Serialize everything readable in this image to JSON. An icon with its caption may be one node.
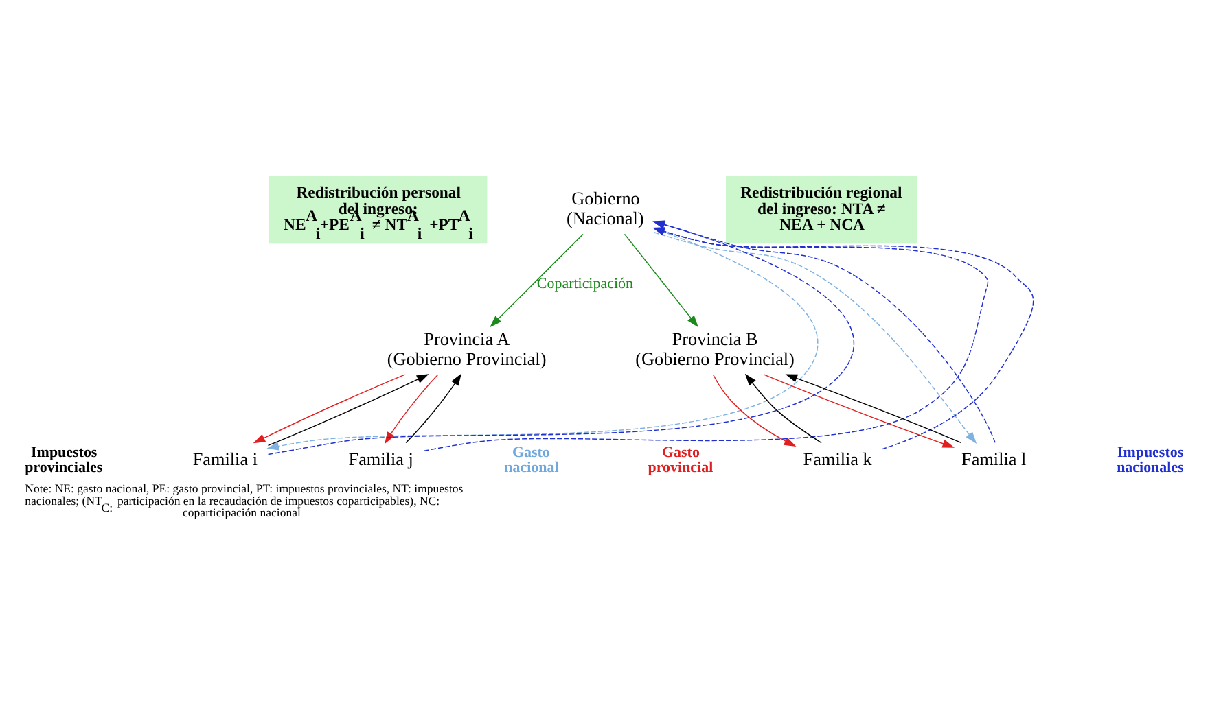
{
  "diagram": {
    "caption": "Note: NE: gasto nacional, PE: gasto provincial, PT: impuestos provinciales, NT: impuestos nacionales; (NT$_{C:}$ participación en la recaudación de impuestos coparticipables), NC: coparticipación nacional",
    "nodes": [
      {
        "text": [
          "Redistribución personal del ingreso:",
          "NE$^{A}$$_{i}$+PE$^{A}$$_{i}$ ≠ NT$^{A}$$_{i}$ +PT$^{A}$$_{i}$"
        ]
      },
      {
        "text": [
          "Gobierno",
          "(Nacional)"
        ]
      },
      {
        "text": [
          "Redistribución regional del ingreso: NTA ≠",
          "NEA + NCA"
        ]
      },
      {
        "text": [
          "Provincia A",
          "(Gobierno Provincial)"
        ]
      },
      {
        "text": [
          "Provincia B",
          "(Gobierno Provincial)"
        ]
      },
      {
        "text": [
          "Familia i"
        ]
      },
      {
        "text": [
          "Familia j"
        ]
      },
      {
        "text": [
          "Familia k"
        ]
      },
      {
        "text": [
          "Familia l"
        ]
      }
    ],
    "edges": [
      {
        "from": 1,
        "to": 3,
        "arrow": "to",
        "color": "#1a8a1a",
        "label": "Coparticipación"
      },
      {
        "from": 1,
        "to": 4,
        "arrow": "to",
        "color": "#1a8a1a"
      },
      {
        "from": 1,
        "to": 5,
        "arrow": "to",
        "style": "dashed",
        "color": "#7fb2e0"
      },
      {
        "from": 1,
        "to": 8,
        "arrow": "to",
        "style": "dashed",
        "color": "#7fb2e0"
      },
      {
        "from": 5,
        "to": 1,
        "arrow": "to",
        "style": "dashed",
        "color": "#1f2fd0"
      },
      {
        "from": 6,
        "to": 1,
        "arrow": "to",
        "style": "dashed",
        "color": "#1f2fd0"
      },
      {
        "from": 7,
        "to": 1,
        "arrow": "to",
        "style": "dashed",
        "color": "#1f2fd0"
      },
      {
        "from": 8,
        "to": 1,
        "arrow": "to",
        "style": "dashed",
        "color": "#1f2fd0"
      },
      {
        "from": 5,
        "to": 3,
        "arrow": "to",
        "color": "#000000"
      },
      {
        "from": 3,
        "to": 5,
        "arrow": "to",
        "color": "#e02020"
      },
      {
        "from": 3,
        "to": 6,
        "arrow": "to",
        "color": "#e02020"
      },
      {
        "from": 6,
        "to": 3,
        "arrow": "to",
        "color": "#000000"
      },
      {
        "from": 7,
        "to": 4,
        "arrow": "to",
        "color": "#000000"
      },
      {
        "from": 4,
        "to": 7,
        "arrow": "to",
        "color": "#e02020"
      },
      {
        "from": 4,
        "to": 8,
        "arrow": "to",
        "color": "#e02020"
      },
      {
        "from": 8,
        "to": 4,
        "arrow": "to",
        "color": "#000000"
      }
    ],
    "labels": [
      "Impuestos provinciales",
      "Gasto nacional",
      "Gasto provincial",
      "Impuestos nacionales"
    ]
  }
}
